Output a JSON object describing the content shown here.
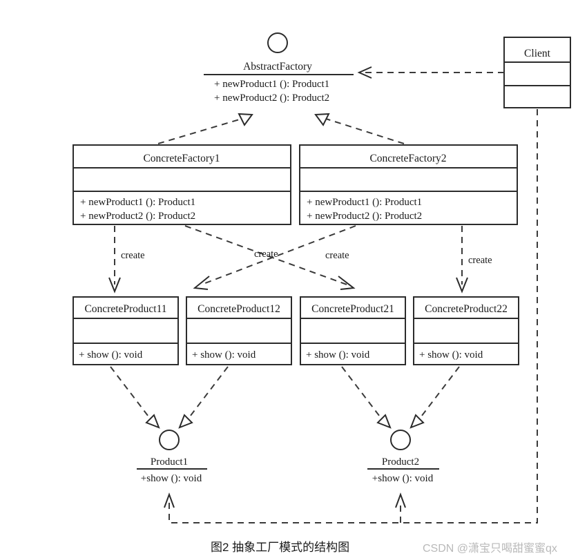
{
  "diagram": {
    "kind": "uml-class-diagram",
    "caption": "图2 抽象工厂模式的结构图",
    "watermark": "CSDN @潇宝只喝甜蜜蜜qx",
    "colors": {
      "background": "#ffffff",
      "stroke": "#2b2b2b",
      "dashed_stroke": "#3a3a3a",
      "text": "#1a1a1a",
      "watermark": "#b9b9b9"
    },
    "abstract_factory": {
      "name": "AbstractFactory",
      "stereotype_symbol": "interface-circle",
      "methods": [
        "+ newProduct1 (): Product1",
        "+ newProduct2 (): Product2"
      ]
    },
    "client": {
      "name": "Client",
      "attributes": [],
      "methods": []
    },
    "concrete_factories": [
      {
        "name": "ConcreteFactory1",
        "attributes": [],
        "methods": [
          "+ newProduct1 (): Product1",
          "+ newProduct2 (): Product2"
        ]
      },
      {
        "name": "ConcreteFactory2",
        "attributes": [],
        "methods": [
          "+ newProduct1 (): Product1",
          "+ newProduct2 (): Product2"
        ]
      }
    ],
    "concrete_products": [
      {
        "name": "ConcreteProduct11",
        "attributes": [],
        "methods": [
          "+ show (): void"
        ]
      },
      {
        "name": "ConcreteProduct12",
        "attributes": [],
        "methods": [
          "+ show (): void"
        ]
      },
      {
        "name": "ConcreteProduct21",
        "attributes": [],
        "methods": [
          "+ show (): void"
        ]
      },
      {
        "name": "ConcreteProduct22",
        "attributes": [],
        "methods": [
          "+ show (): void"
        ]
      }
    ],
    "product_interfaces": [
      {
        "name": "Product1",
        "stereotype_symbol": "interface-circle",
        "methods": [
          "+show (): void"
        ]
      },
      {
        "name": "Product2",
        "stereotype_symbol": "interface-circle",
        "methods": [
          "+show (): void"
        ]
      }
    ],
    "edge_labels": {
      "create_1": "create",
      "create_2": "create",
      "create_3": "create",
      "create_4": "create"
    }
  }
}
